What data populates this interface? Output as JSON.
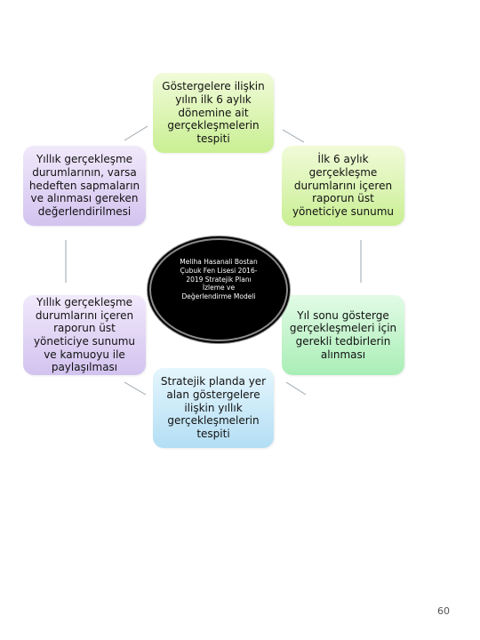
{
  "center": {
    "lines": [
      "Meliha Hasanali Bostan",
      "Çubuk Fen Lisesi 2016-",
      "2019 Stratejik Planı",
      "İzleme ve",
      "Değerlendirme Modeli"
    ]
  },
  "nodes": {
    "top": {
      "lines": [
        "Göstergelere ilişkin",
        "yılın ilk 6 aylık",
        "dönemine ait",
        "gerçekleşmelerin",
        "tespiti"
      ]
    },
    "top_right": {
      "lines": [
        "İlk 6 aylık",
        "gerçekleşme",
        "durumlarını içeren",
        "raporun üst",
        "yöneticiye sunumu"
      ]
    },
    "right": {
      "lines": [
        "Yıl sonu gösterge",
        "gerçekleşmeleri için",
        "gerekli tedbirlerin",
        "alınması"
      ]
    },
    "bottom": {
      "lines": [
        "Stratejik planda yer",
        "alan göstergelere",
        "ilişkin yıllık",
        "gerçekleşmelerin",
        "tespiti"
      ]
    },
    "left": {
      "lines": [
        "Yıllık gerçekleşme",
        "durumlarını içeren",
        "raporun üst",
        "yöneticiye sunumu",
        "ve kamuoyu ile",
        "paylaşılması"
      ]
    },
    "top_left": {
      "lines": [
        "Yıllık gerçekleşme",
        "durumlarının, varsa",
        "hedeften sapmaların",
        "ve alınması gereken",
        "değerlendirilmesi"
      ]
    }
  },
  "colors": {
    "green": "#c9ef93",
    "mint": "#a9eeb6",
    "blue": "#b3def4",
    "purple": "#d2c3ef",
    "connector": "#9aa5ad"
  },
  "page_number": "60"
}
